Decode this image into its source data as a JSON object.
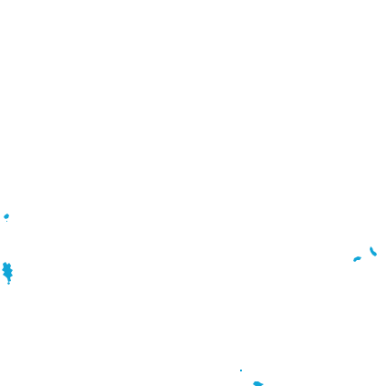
{
  "map": {
    "background_color": "#ffffff",
    "water_color": "#12a6d8",
    "water_features": [
      {
        "name": "water-feature-west-small"
      },
      {
        "name": "water-feature-west-large"
      },
      {
        "name": "water-feature-east-small"
      },
      {
        "name": "water-feature-east-inlet"
      },
      {
        "name": "water-feature-south-dot"
      },
      {
        "name": "water-feature-south-small"
      }
    ]
  }
}
